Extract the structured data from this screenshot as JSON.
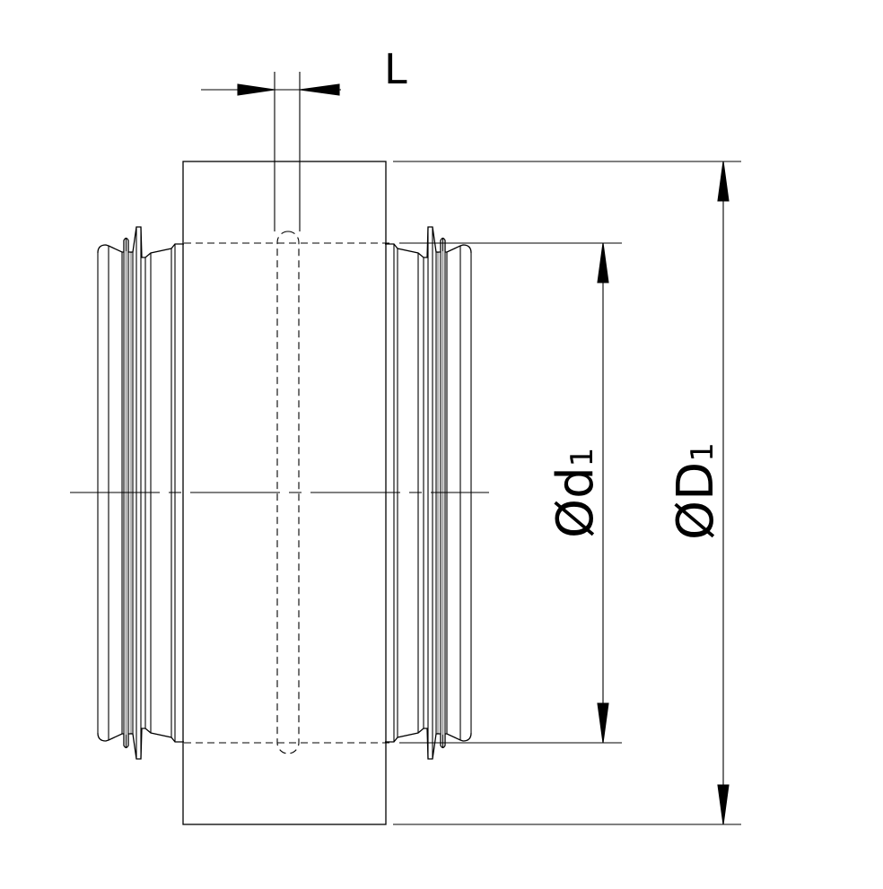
{
  "drawing": {
    "labels": {
      "length": "L",
      "inner_diameter": "Ød",
      "inner_diameter_sub": "1",
      "outer_diameter": "ØD",
      "outer_diameter_sub": "1"
    },
    "colors": {
      "line": "#000000",
      "background": "#ffffff"
    }
  }
}
